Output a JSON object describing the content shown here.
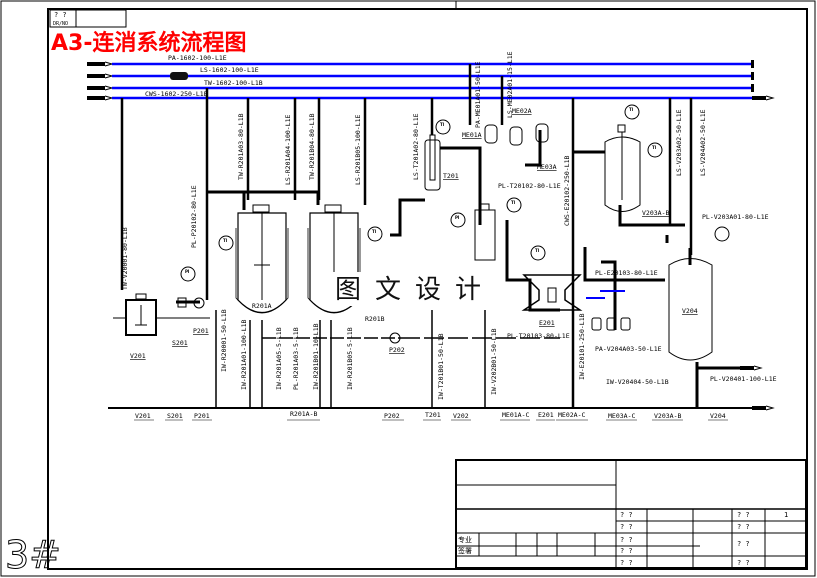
{
  "title": "A3-连消系统流程图",
  "watermark": "图文设计",
  "handwritten_mark": "3#",
  "corner_box": {
    "line1": "? ?",
    "line2": "DR/NO"
  },
  "headers": [
    {
      "label": "PA-1602-100-L1E",
      "color": "#0000ff"
    },
    {
      "label": "LS-1602-100-L1E",
      "color": "#0000ff"
    },
    {
      "label": "TW-1602-100-L1B",
      "color": "#0000ff"
    },
    {
      "label": "CWS-1602-250-L1B",
      "color": "#0000ff"
    }
  ],
  "vertical_line_labels": [
    "TW-V20001-80-L1B",
    "PL-P20102-80-L1E",
    "TW-R201A03-80-L1B",
    "LS-R201A04-100-L1E",
    "TW-R201B04-80-L1B",
    "LS-R201B05-100-L1E",
    "LS-T201A02-80-L1E",
    "PA-ME01A01-50-L1E",
    "LS-ME02A01-15-L1E",
    "CWS-E20102-250-L1B",
    "LS-V203A02-50-L1E",
    "LS-V204A02-50-L1E",
    "IW-R20001-50-L1B",
    "IW-R201A01-100-L1B",
    "IW-R201A05-5-L1B",
    "PL-R201A03-5-L1B",
    "IW-R201B01-10-L1B",
    "IW-R201B05-5-L1B",
    "IW-T201B01-50-L1B",
    "IW-V202B01-50-L1B",
    "IW-E20101-250-L1B"
  ],
  "horizontal_line_labels": [
    "PL-T20102-80-L1E",
    "PL-V203A01-80-L1E",
    "PL-E20103-80-L1E",
    "PL-T20103-80-L1E",
    "PA-V204A03-50-L1E",
    "IW-V20404-50-L1B",
    "PL-V20401-100-L1E"
  ],
  "equipment_tags": [
    "V201",
    "S201",
    "P201",
    "R201A",
    "R201B",
    "P202",
    "T201",
    "E201",
    "ME01A",
    "ME02A",
    "ME03A",
    "V203A-B",
    "V204"
  ],
  "instruments": [
    "TI",
    "TI",
    "TI",
    "TI",
    "PI",
    "PI",
    "TI",
    "TI",
    "TI"
  ],
  "equipment_list": [
    {
      "tag": "V201"
    },
    {
      "tag": "S201"
    },
    {
      "tag": "P201"
    },
    {
      "tag": "R201A-B"
    },
    {
      "tag": "P202"
    },
    {
      "tag": "T201"
    },
    {
      "tag": "V202"
    },
    {
      "tag": "ME01A-C"
    },
    {
      "tag": "E201"
    },
    {
      "tag": "ME02A-C"
    },
    {
      "tag": "ME03A-C"
    },
    {
      "tag": "V203A-B"
    },
    {
      "tag": "V204"
    }
  ],
  "title_block": {
    "left_labels": [
      "专业",
      "签署"
    ],
    "q_cells": [
      "? ?",
      "? ?",
      "? ?",
      "? ?",
      "? ?"
    ],
    "right_q_cells": [
      "? ?",
      "? ?",
      "? ?",
      "? ?"
    ],
    "sheet": "1"
  }
}
